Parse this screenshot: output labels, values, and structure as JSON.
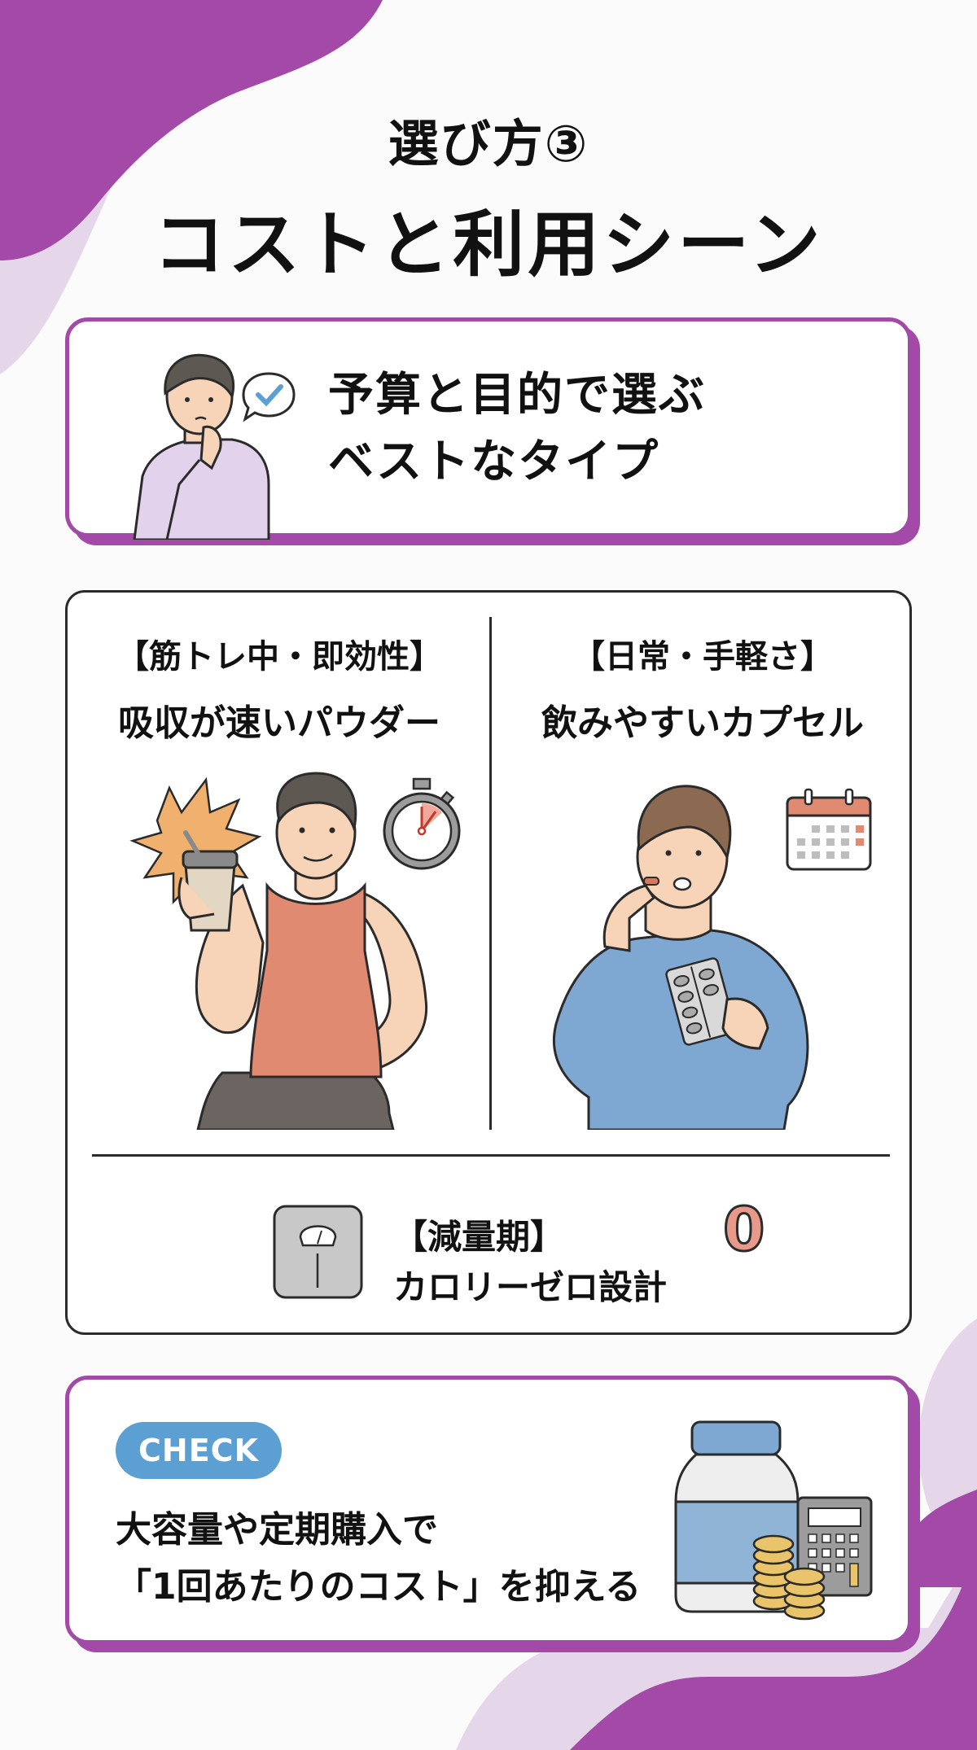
{
  "header": {
    "line1": "選び方③",
    "line2": "コストと利用シーン"
  },
  "intro_card": {
    "line1": "予算と目的で選ぶ",
    "line2": "ベストなタイプ",
    "icons": [
      "thinking-person-icon",
      "checkmark-speech-bubble-icon"
    ]
  },
  "types_card": {
    "left": {
      "tag": "【筋トレ中・即効性】",
      "desc": "吸収が速いパウダー",
      "icons": [
        "muscular-man-shaker-icon",
        "burst-icon",
        "stopwatch-icon"
      ]
    },
    "right": {
      "tag": "【日常・手軽さ】",
      "desc": "飲みやすいカプセル",
      "icons": [
        "man-taking-capsule-icon",
        "blister-pack-icon",
        "calendar-icon"
      ]
    },
    "bottom": {
      "tag": "【減量期】",
      "desc": "カロリーゼロ設計",
      "zero": "0",
      "icons": [
        "bathroom-scale-icon"
      ]
    }
  },
  "check_card": {
    "badge": "CHECK",
    "line1": "大容量や定期購入で",
    "line2": "「1回あたりのコスト」を抑える",
    "icons": [
      "supplement-jar-icon",
      "calculator-icon",
      "coin-stack-icon"
    ]
  },
  "colors": {
    "accent_purple": "#a349a8",
    "light_purple": "#e6d6ea",
    "badge_blue": "#5c9fd2",
    "zero_salmon": "#e8998a",
    "dark_stroke": "#2b2b2b"
  }
}
